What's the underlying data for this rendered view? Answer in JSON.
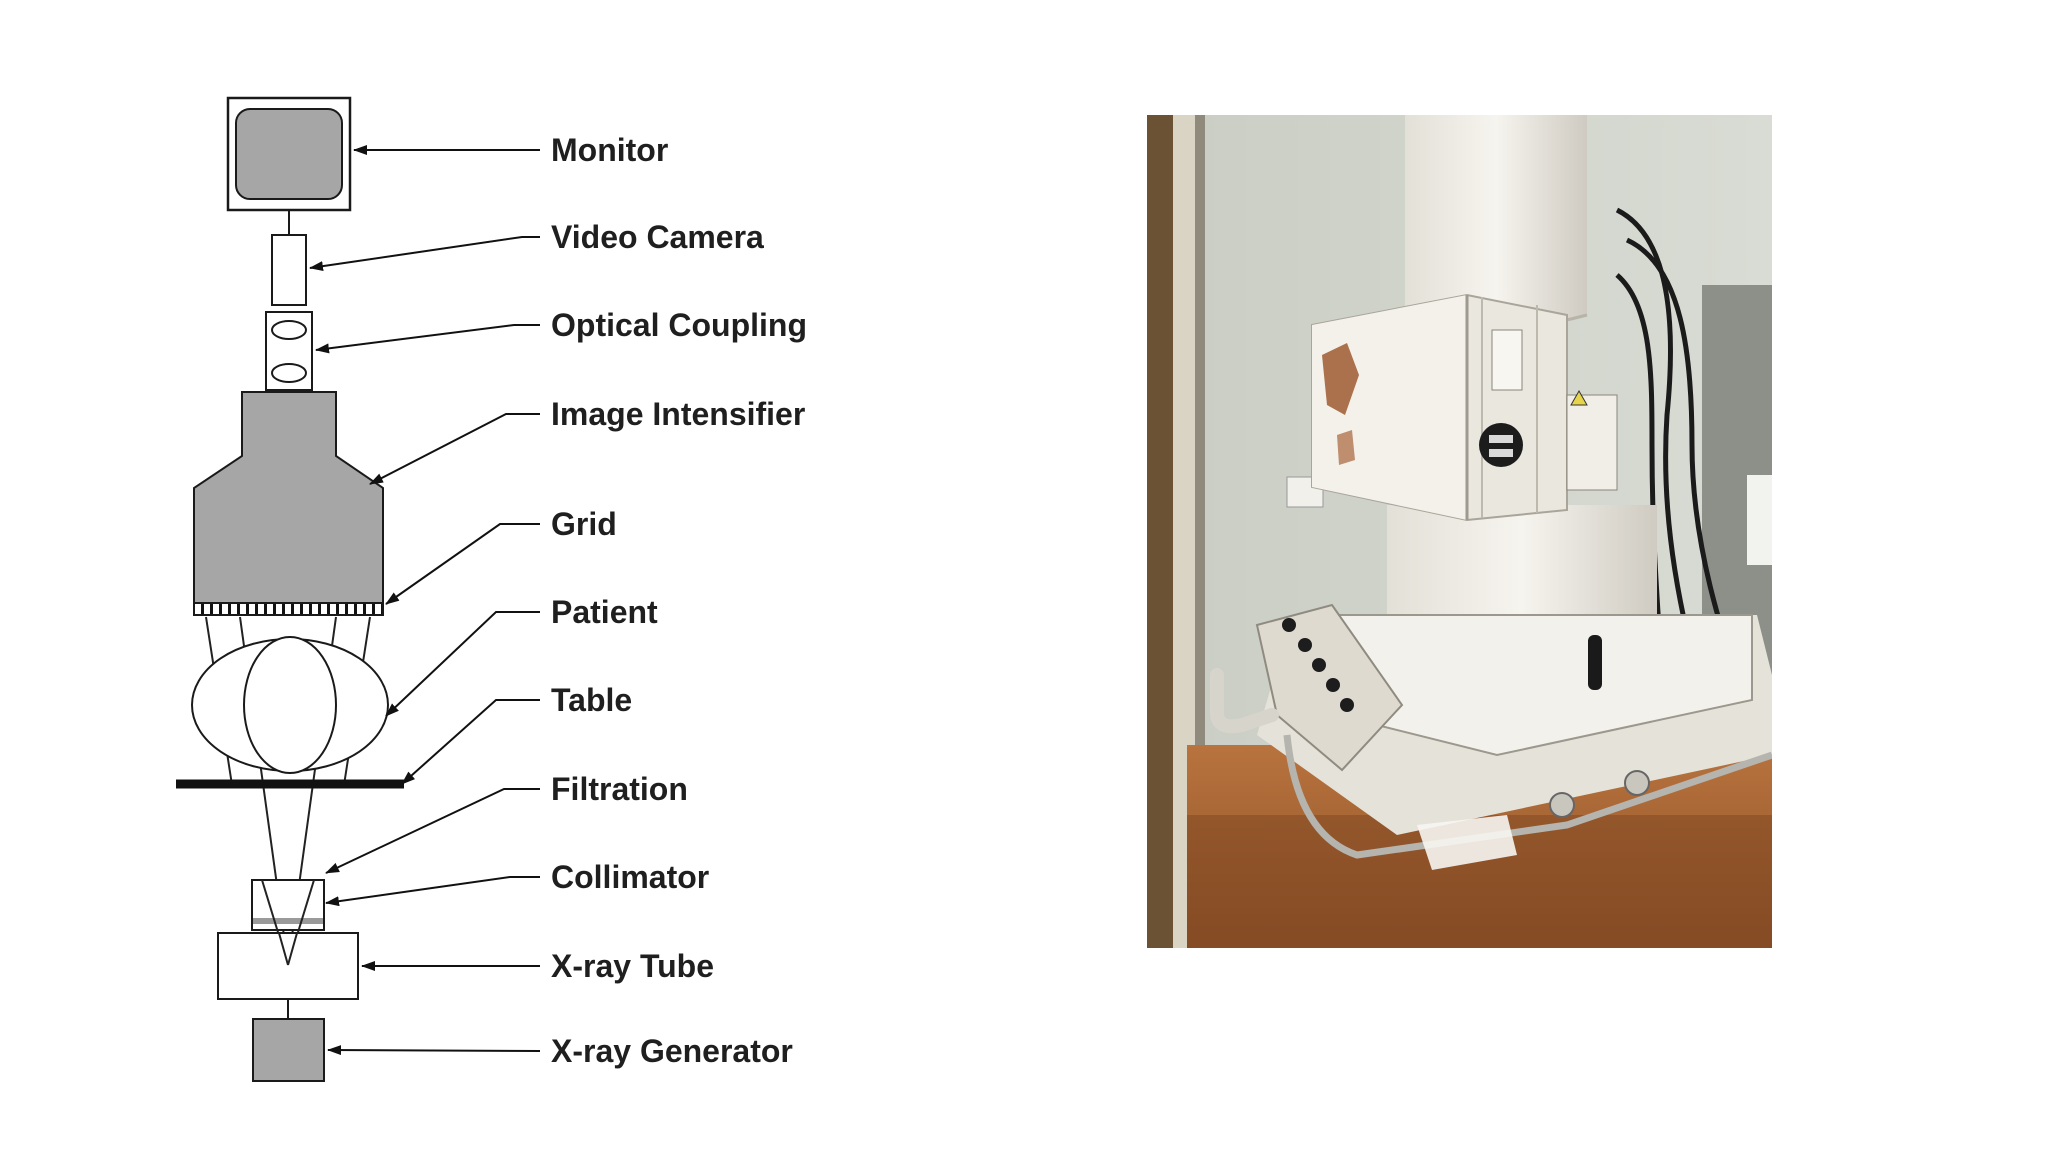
{
  "diagram": {
    "components": [
      {
        "id": "monitor",
        "label": "Monitor"
      },
      {
        "id": "video-camera",
        "label": "Video Camera"
      },
      {
        "id": "optical-coupling",
        "label": "Optical Coupling"
      },
      {
        "id": "image-intensifier",
        "label": "Image Intensifier"
      },
      {
        "id": "grid",
        "label": "Grid"
      },
      {
        "id": "patient",
        "label": "Patient"
      },
      {
        "id": "table",
        "label": "Table"
      },
      {
        "id": "filtration",
        "label": "Filtration"
      },
      {
        "id": "collimator",
        "label": "Collimator"
      },
      {
        "id": "xray-tube",
        "label": "X-ray Tube"
      },
      {
        "id": "xray-generator",
        "label": "X-ray Generator"
      }
    ]
  },
  "photo": {
    "subject": "fluoroscopy-image-intensifier-unit"
  },
  "colors": {
    "component_fill": "#a6a6a6",
    "outline": "#1a1a1a",
    "label_text": "#1f1f1f"
  }
}
